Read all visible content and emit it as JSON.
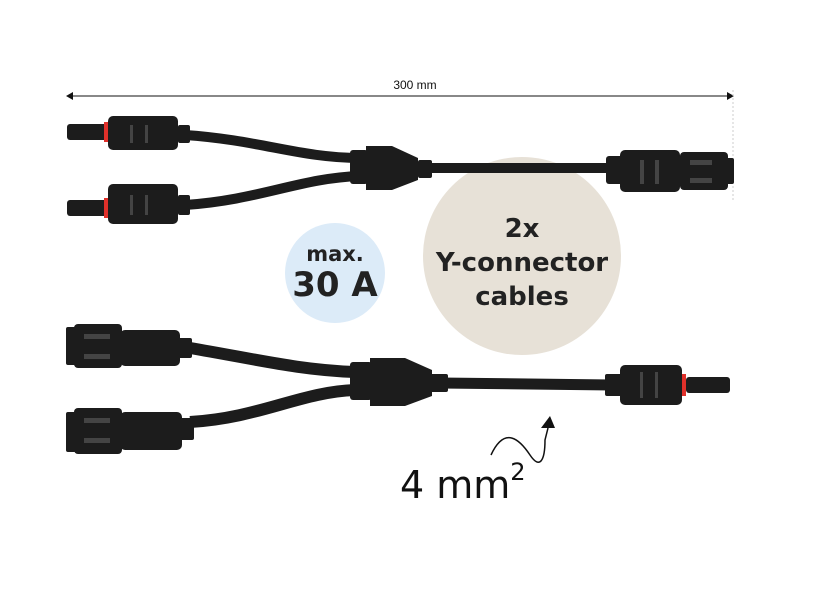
{
  "dimension": {
    "length_label": "300 mm"
  },
  "badges": {
    "current": {
      "line1": "max.",
      "line2": "30 A",
      "color": "#dcebf8"
    },
    "product": {
      "line1": "2x",
      "line2": "Y-connector",
      "line3": "cables",
      "color": "#e7e1d7"
    }
  },
  "cross_section": {
    "value": "4 mm",
    "superscript": "2"
  },
  "cable_color": "#1c1c1c",
  "seal_color": "#e0302a"
}
